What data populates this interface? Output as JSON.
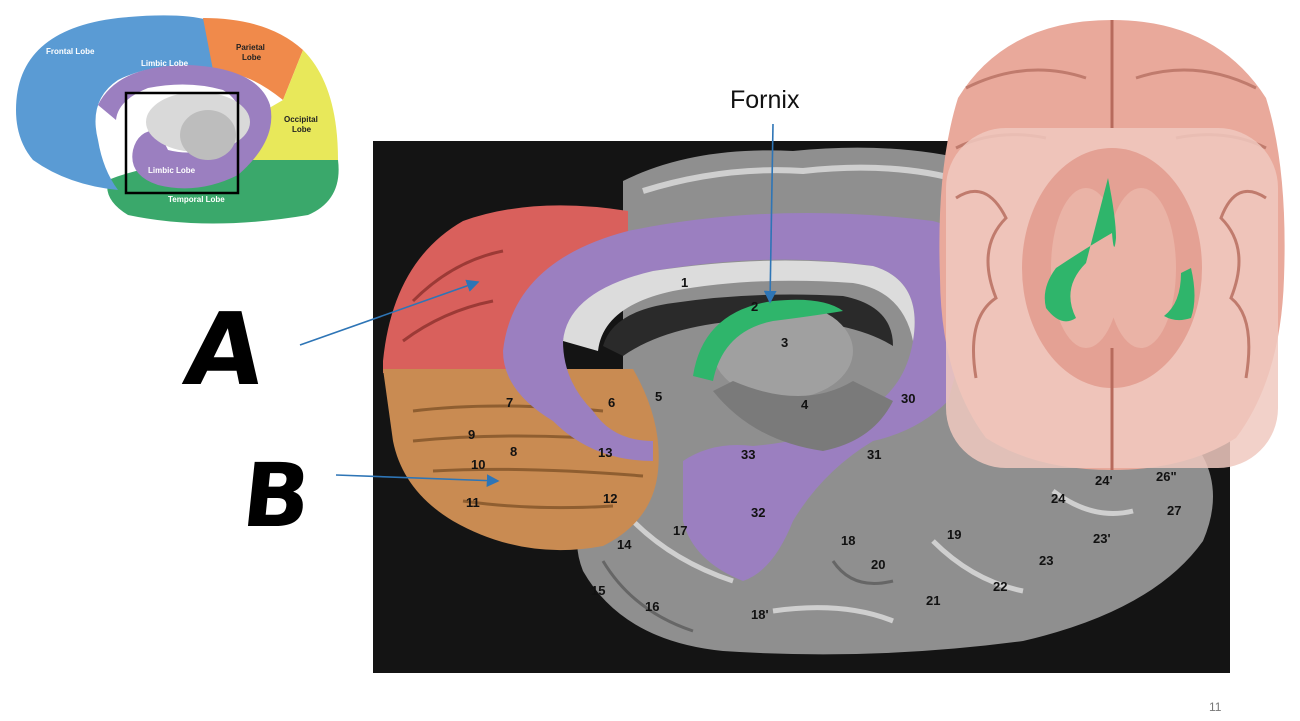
{
  "slide": {
    "page_number": "11",
    "fornix_label": "Fornix",
    "label_a": "A",
    "label_b": "B"
  },
  "lobe_thumbnail": {
    "frontal": "Frontal Lobe",
    "parietal": "Parietal Lobe",
    "parietal_l1": "Parietal",
    "parietal_l2": "Lobe",
    "occipital_l1": "Occipital",
    "occipital_l2": "Lobe",
    "limbic_top": "Limbic Lobe",
    "limbic_bottom": "Limbic Lobe",
    "temporal": "Temporal Lobe"
  },
  "section_numbers": {
    "n1": "1",
    "n2": "2",
    "n3": "3",
    "n4": "4",
    "n5": "5",
    "n6": "6",
    "n7": "7",
    "n8": "8",
    "n9": "9",
    "n10": "10",
    "n11": "11",
    "n12": "12",
    "n13": "13",
    "n14": "14",
    "n15": "15",
    "n16": "16",
    "n17": "17",
    "n18": "18",
    "n18p": "18'",
    "n19": "19",
    "n20": "20",
    "n21": "21",
    "n22": "22",
    "n23": "23",
    "n23p": "23'",
    "n24": "24",
    "n24p": "24'",
    "n26pp": "26\"",
    "n27": "27",
    "n30": "30",
    "n31": "31",
    "n32": "32",
    "n33": "33"
  },
  "colors": {
    "frontal_blue": "#5a9bd4",
    "parietal_orange": "#f08a4b",
    "occipital_yellow": "#e8e85a",
    "temporal_green": "#3aa86b",
    "limbic_purple": "#9b7fc0",
    "region_a_red": "#d9605c",
    "region_b_tan": "#c98b52",
    "fornix_green": "#2fb56b",
    "arrow_blue": "#2e75b6",
    "photo_background": "#141414",
    "atlas_pink": "#e9a99b"
  }
}
